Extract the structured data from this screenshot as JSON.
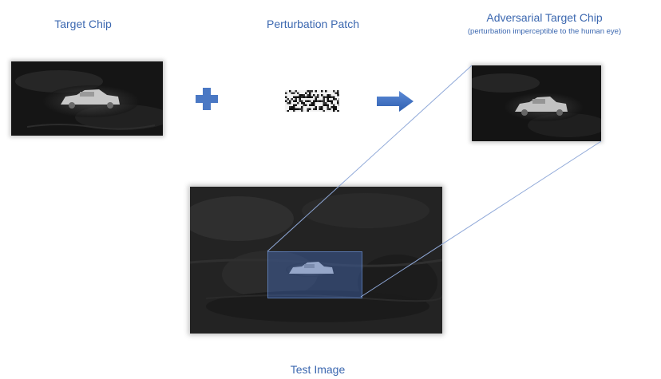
{
  "labels": {
    "target_chip": "Target Chip",
    "perturbation_patch": "Perturbation Patch",
    "adversarial_target_chip": "Adversarial Target Chip",
    "adversarial_note": "(perturbation imperceptible to the human eye)",
    "test_image": "Test Image"
  },
  "colors": {
    "label": "#3c68b0",
    "plus_icon": "#4a78c4",
    "arrow_icon": "#3f70c4",
    "connector_line": "#8fa8d8",
    "highlight_box": "#3a5a9c"
  },
  "icons": {
    "plus": "plus-icon",
    "arrow": "right-arrow-icon"
  }
}
